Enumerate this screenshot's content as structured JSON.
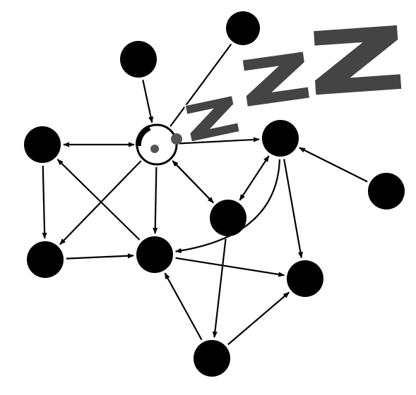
{
  "colors": {
    "background": "#ffffff",
    "node": "#000000",
    "edge": "#000000",
    "sleep_glyph": "#444444",
    "sleeping_node_fill": "#ffffff",
    "sleeping_node_eye": "#555555"
  },
  "nodes": [
    {
      "id": "n_top_right_small",
      "kind": "node"
    },
    {
      "id": "n_top_left",
      "kind": "node"
    },
    {
      "id": "n_sleeping",
      "kind": "sleeping-node"
    },
    {
      "id": "n_left",
      "kind": "node"
    },
    {
      "id": "n_right_upper",
      "kind": "node"
    },
    {
      "id": "n_far_right",
      "kind": "node"
    },
    {
      "id": "n_center",
      "kind": "node"
    },
    {
      "id": "n_left_lower",
      "kind": "node"
    },
    {
      "id": "n_middle",
      "kind": "node"
    },
    {
      "id": "n_right_lower",
      "kind": "node"
    },
    {
      "id": "n_bottom",
      "kind": "node"
    }
  ],
  "edges": [
    {
      "from": "n_top_right_small",
      "to": "n_sleeping",
      "direction": "none"
    },
    {
      "from": "n_top_left",
      "to": "n_sleeping",
      "direction": "forward"
    },
    {
      "from": "n_left",
      "to": "n_sleeping",
      "direction": "both"
    },
    {
      "from": "n_sleeping",
      "to": "n_right_upper",
      "direction": "forward"
    },
    {
      "from": "n_sleeping",
      "to": "n_center",
      "direction": "forward"
    },
    {
      "from": "n_center",
      "to": "n_sleeping",
      "direction": "forward"
    },
    {
      "from": "n_sleeping",
      "to": "n_left_lower",
      "direction": "forward"
    },
    {
      "from": "n_sleeping",
      "to": "n_middle",
      "direction": "forward"
    },
    {
      "from": "n_left",
      "to": "n_left_lower",
      "direction": "forward"
    },
    {
      "from": "n_middle",
      "to": "n_left",
      "direction": "forward"
    },
    {
      "from": "n_left_lower",
      "to": "n_middle",
      "direction": "forward"
    },
    {
      "from": "n_center",
      "to": "n_right_upper",
      "direction": "both"
    },
    {
      "from": "n_right_upper",
      "to": "n_middle",
      "direction": "curved-forward"
    },
    {
      "from": "n_far_right",
      "to": "n_right_upper",
      "direction": "forward"
    },
    {
      "from": "n_right_upper",
      "to": "n_right_lower",
      "direction": "forward"
    },
    {
      "from": "n_middle",
      "to": "n_right_lower",
      "direction": "forward"
    },
    {
      "from": "n_center",
      "to": "n_bottom",
      "direction": "forward"
    },
    {
      "from": "n_bottom",
      "to": "n_middle",
      "direction": "forward"
    },
    {
      "from": "n_bottom",
      "to": "n_right_lower",
      "direction": "forward"
    }
  ],
  "sleep_glyphs": {
    "small": "z",
    "medium": "z",
    "large": "z"
  }
}
